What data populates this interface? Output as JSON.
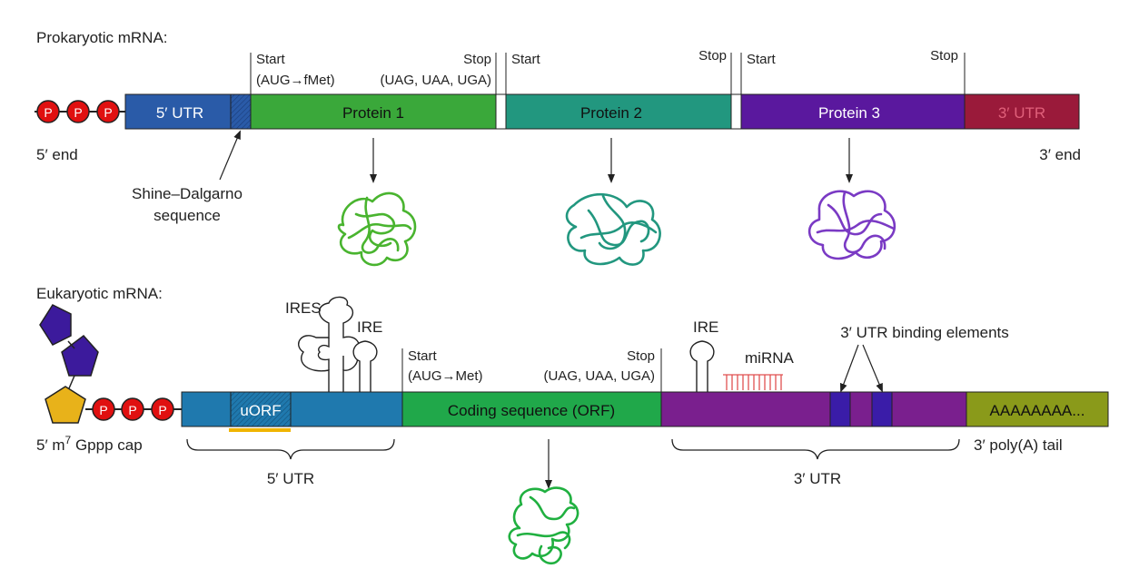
{
  "colors": {
    "utr5": "#2a5ba8",
    "protein1": "#3aa83a",
    "protein2": "#22977f",
    "protein3": "#5a189e",
    "utr3": "#9a1a3a",
    "phosphate": "#e01010",
    "euk_utr5": "#1f79ae",
    "euk_orf": "#20a84a",
    "euk_utr3": "#7a1f8e",
    "utr3_elem": "#3a1ca8",
    "polyA": "#8a9a1a",
    "cap_pentagon": "#3c1a9c",
    "cap_gppp": "#e8b21a",
    "uorf_underline": "#f0b400",
    "mirna": "#e05050"
  },
  "prokaryotic": {
    "title": "Prokaryotic mRNA:",
    "phosphate_label": "P",
    "utr5": "5′ UTR",
    "protein1": "Protein 1",
    "protein2": "Protein 2",
    "protein3": "Protein 3",
    "utr3": "3′ UTR",
    "end5": "5′ end",
    "end3": "3′ end",
    "start1_line1": "Start",
    "start1_line2": "(AUG→fMet)",
    "stop1_line1": "Stop",
    "stop1_line2": "(UAG, UAA, UGA)",
    "start2": "Start",
    "stop2": "Stop",
    "start3": "Start",
    "stop3": "Stop",
    "sd_line1": "Shine–Dalgarno",
    "sd_line2": "sequence"
  },
  "eukaryotic": {
    "title": "Eukaryotic mRNA:",
    "phosphate_label": "P",
    "uorf": "uORF",
    "orf": "Coding sequence (ORF)",
    "polyA": "AAAAAAAA...",
    "ires": "IRES",
    "ire1": "IRE",
    "ire2": "IRE",
    "start_line1": "Start",
    "start_line2": "(AUG→Met)",
    "stop_line1": "Stop",
    "stop_line2": "(UAG, UAA, UGA)",
    "mirna": "miRNA",
    "binding": "3′ UTR binding elements",
    "cap_prefix": "5′ m",
    "cap_sup": "7",
    "cap_suffix": " Gppp cap",
    "polyA_tail": "3′ poly(A) tail",
    "utr5_brace": "5′ UTR",
    "utr3_brace": "3′ UTR"
  }
}
